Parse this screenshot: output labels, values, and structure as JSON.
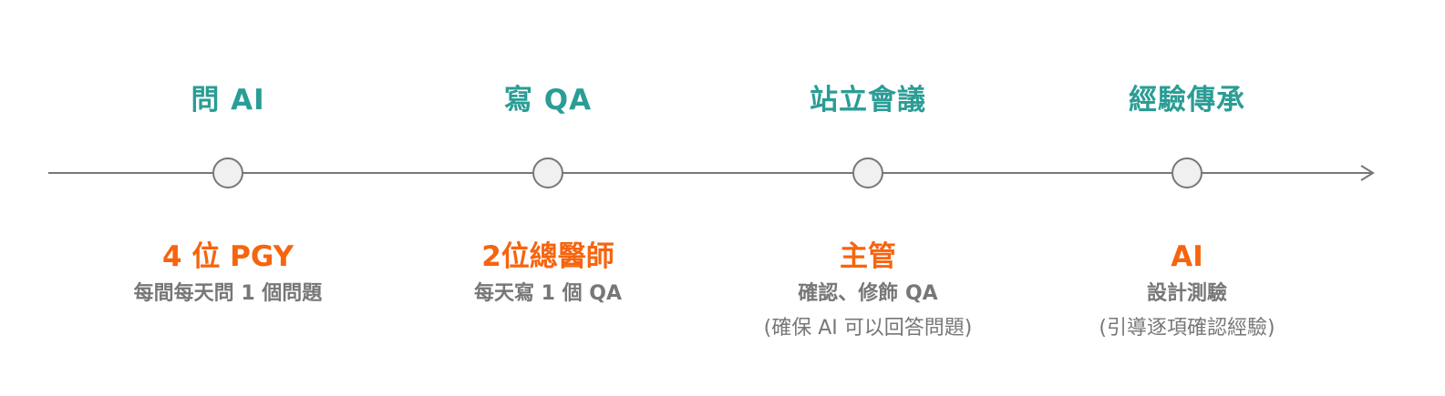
{
  "colors": {
    "title": "#2a9d95",
    "role": "#f7640f",
    "text": "#777777",
    "line": "#777777",
    "node_fill": "#f0f0f0"
  },
  "timeline": {
    "direction": "left-to-right",
    "arrow_icon": "arrow-right-icon"
  },
  "stages": [
    {
      "title": "問 AI",
      "role": "4 位 PGY",
      "task": "每間每天問 1 個問題",
      "note": ""
    },
    {
      "title": "寫 QA",
      "role": "2位總醫師",
      "task": "每天寫 1 個 QA",
      "note": ""
    },
    {
      "title": "站立會議",
      "role": "主管",
      "task": "確認、修飾 QA",
      "note": "(確保 AI 可以回答問題)"
    },
    {
      "title": "經驗傳承",
      "role": "AI",
      "task": "設計測驗",
      "note": "(引導逐項確認經驗)"
    }
  ]
}
